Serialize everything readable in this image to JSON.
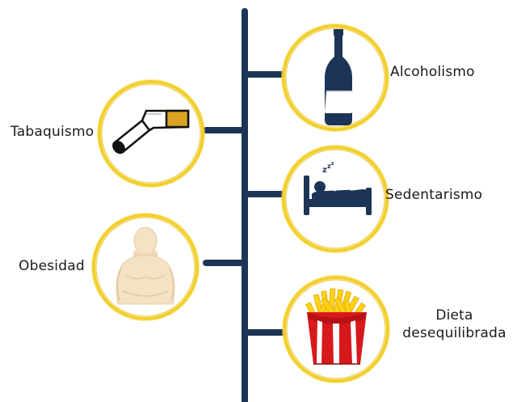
{
  "colors": {
    "spine": "#1c3557",
    "ring": "#f2cf2a",
    "ring_dark": "#e6b800",
    "text": "#1a1a1a"
  },
  "items": [
    {
      "id": "alcoholismo",
      "label": "Alcoholismo",
      "icon": "wine-bottle-icon"
    },
    {
      "id": "tabaquismo",
      "label": "Tabaquismo",
      "icon": "cigarette-icon"
    },
    {
      "id": "sedentarismo",
      "label": "Sedentarismo",
      "icon": "sleeping-bed-icon"
    },
    {
      "id": "obesidad",
      "label": "Obesidad",
      "icon": "obese-person-icon"
    },
    {
      "id": "dieta",
      "label_line1": "Dieta",
      "label_line2": "desequilibrada",
      "icon": "french-fries-icon"
    }
  ]
}
